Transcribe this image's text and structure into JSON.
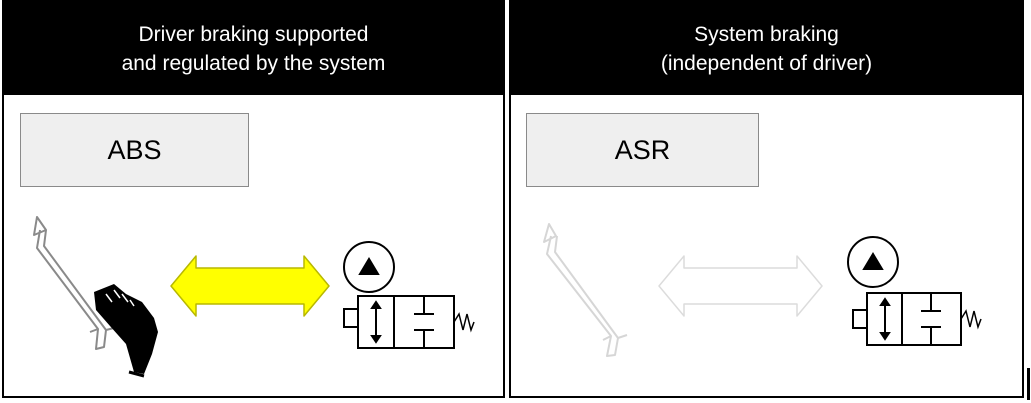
{
  "panels": [
    {
      "header_line1": "Driver braking supported",
      "header_line2": "and regulated by the system",
      "label": "ABS",
      "arrow_fill": "#ffff00"
    },
    {
      "header_line1": "System braking",
      "header_line2": "(independent of driver)",
      "label": "ASR",
      "arrow_fill": "#ffffff"
    }
  ]
}
